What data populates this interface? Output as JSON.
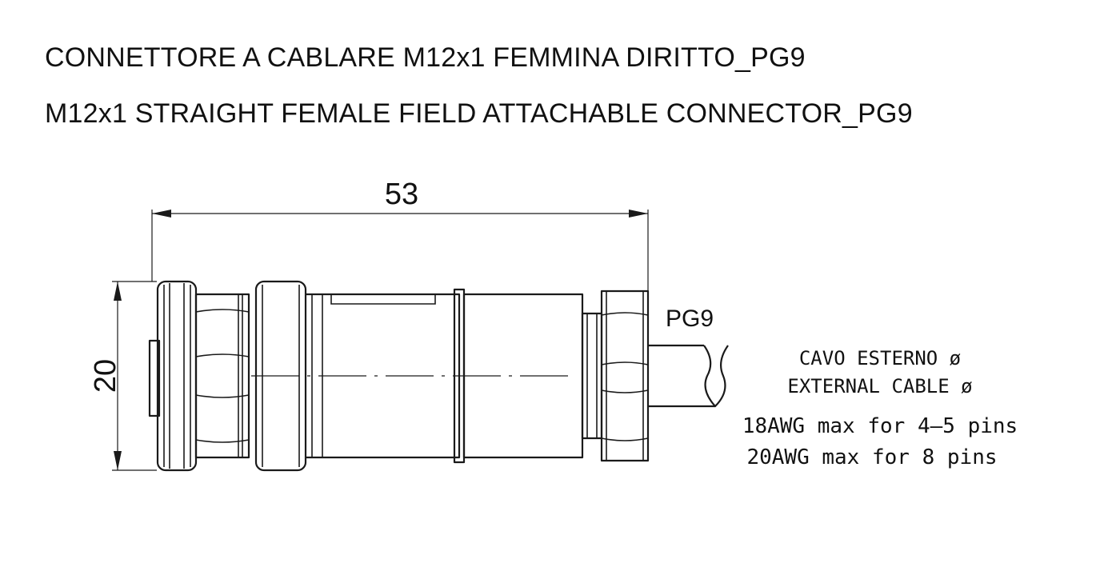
{
  "titles": {
    "italian": "CONNETTORE A CABLARE M12x1 FEMMINA DIRITTO_PG9",
    "english": "M12x1 STRAIGHT FEMALE FIELD ATTACHABLE CONNECTOR_PG9"
  },
  "dimensions": {
    "length": "53",
    "diameter": "20"
  },
  "labels": {
    "gland": "PG9",
    "cable_it": "CAVO ESTERNO ø",
    "cable_en": "EXTERNAL CABLE ø",
    "awg_1": "18AWG max for 4–5 pins",
    "awg_2": "20AWG max for 8 pins"
  }
}
